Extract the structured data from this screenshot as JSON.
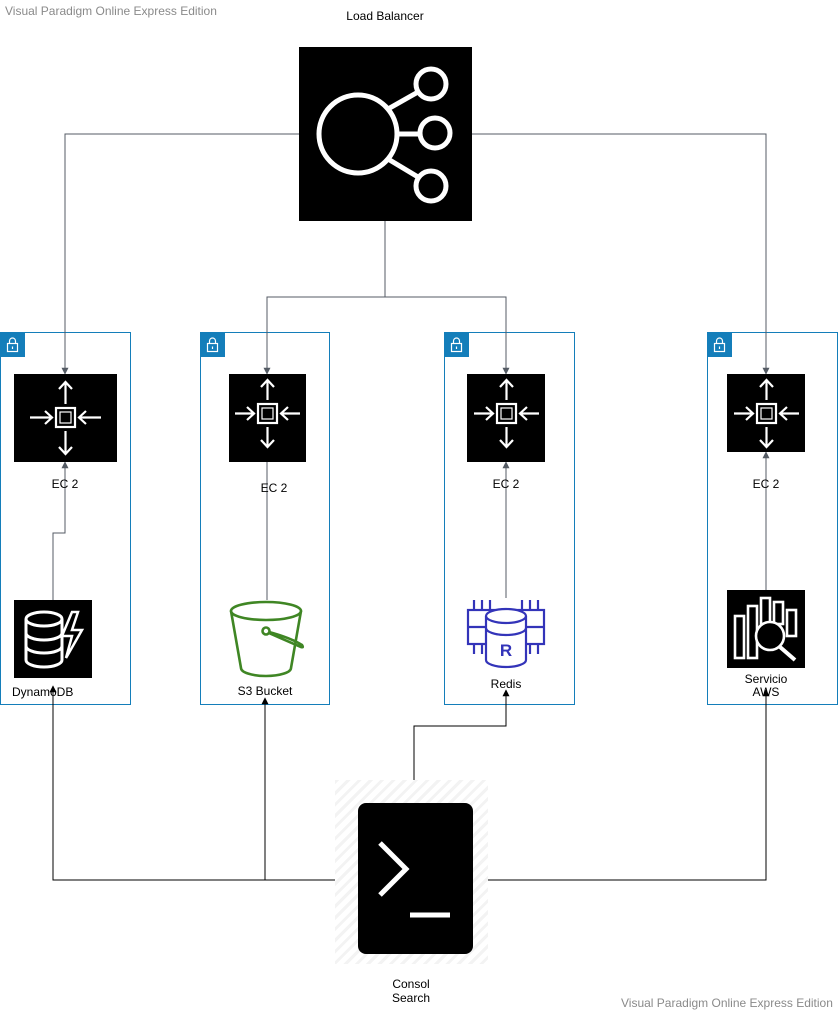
{
  "watermarks": {
    "top": "Visual Paradigm Online Express Edition",
    "bottom": "Visual Paradigm Online Express Edition"
  },
  "load_balancer": {
    "label": "Load Balancer",
    "icon": "load-balancer-icon"
  },
  "groups": [
    {
      "id": "g1",
      "compute_label": "EC 2",
      "service_label": "DynamoDB",
      "service_icon": "dynamodb-icon"
    },
    {
      "id": "g2",
      "compute_label": "EC 2",
      "service_label": "S3  Bucket",
      "service_icon": "s3-bucket-icon"
    },
    {
      "id": "g3",
      "compute_label": "EC 2",
      "service_label": "Redis",
      "service_icon": "redis-icon"
    },
    {
      "id": "g4",
      "compute_label": "EC 2",
      "service_label_line1": "Servicio",
      "service_label_line2": "AWS",
      "service_icon": "search-service-icon"
    }
  ],
  "console": {
    "label_line1": "Consol",
    "label_line2": "Search",
    "icon": "terminal-icon"
  },
  "colors": {
    "group_border": "#147eba",
    "s3": "#3f8624",
    "redis": "#3334b9",
    "connector": "#000000",
    "arrow_gray": "#545b64"
  }
}
